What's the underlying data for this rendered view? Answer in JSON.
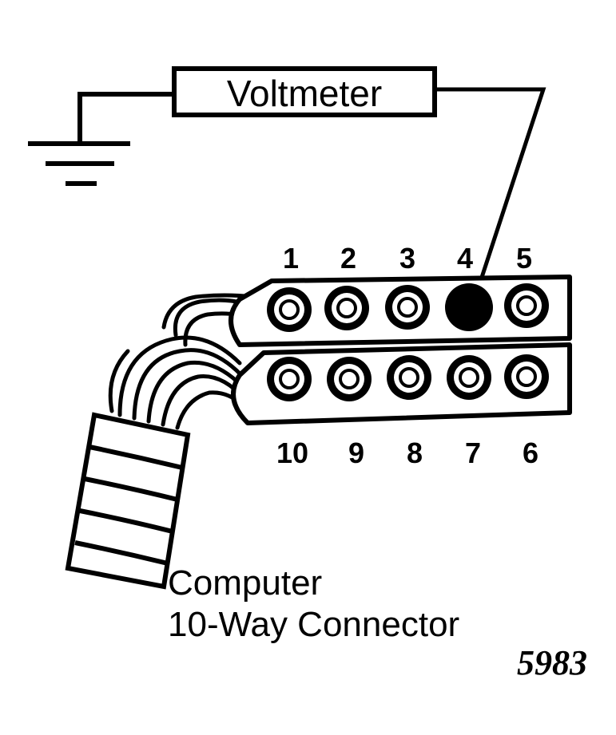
{
  "voltmeter": {
    "label": "Voltmeter"
  },
  "connector": {
    "top_pins": [
      "1",
      "2",
      "3",
      "4",
      "5"
    ],
    "bottom_pins": [
      "10",
      "9",
      "8",
      "7",
      "6"
    ],
    "probed_pin": "4"
  },
  "caption": {
    "line1": "Computer",
    "line2": "10-Way Connector"
  },
  "figure_number": "5983"
}
